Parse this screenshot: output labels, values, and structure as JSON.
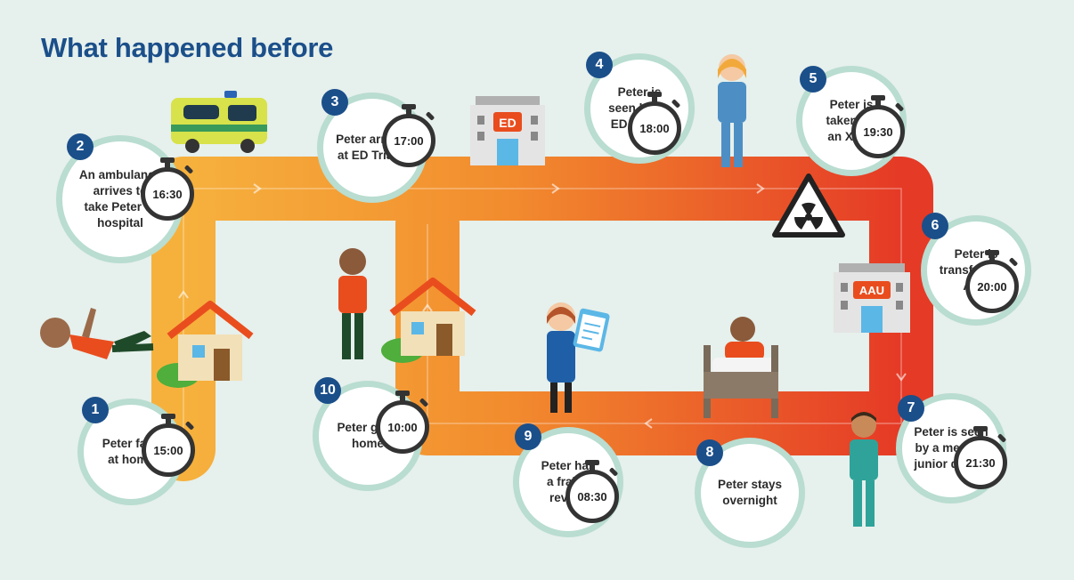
{
  "title": "What happened before",
  "buildings": {
    "ed_label": "ED",
    "aau_label": "AAU"
  },
  "colors": {
    "title": "#1b4f8a",
    "badge": "#1b4f8a",
    "ring": "#b9ddd0",
    "path_start": "#f6b13d",
    "path_end": "#e53a26"
  },
  "steps": [
    {
      "num": "1",
      "text": "Peter falls\nat home",
      "time": "15:00"
    },
    {
      "num": "2",
      "text": "An ambulance\narrives to\ntake Peter to\nhospital",
      "time": "16:30"
    },
    {
      "num": "3",
      "text": "Peter arrives\nat ED Triage",
      "time": "17:00"
    },
    {
      "num": "4",
      "text": "Peter is\nseen by an\nED doctor",
      "time": "18:00"
    },
    {
      "num": "5",
      "text": "Peter is\ntaken for\nan X-ray",
      "time": "19:30"
    },
    {
      "num": "6",
      "text": "Peter is\ntransfered to\nAAU",
      "time": "20:00"
    },
    {
      "num": "7",
      "text": "Peter is seen\nby a medical\njunior doctor",
      "time": "21:30"
    },
    {
      "num": "8",
      "text": "Peter stays\novernight",
      "time": ""
    },
    {
      "num": "9",
      "text": "Peter has\na frailty\nreview",
      "time": "08:30"
    },
    {
      "num": "10",
      "text": "Peter goes\nhome",
      "time": "10:00"
    }
  ],
  "icons": [
    "house-icon",
    "ambulance-icon",
    "hospital-icon",
    "nurse-icon",
    "radiation-warning-icon",
    "doctor-icon",
    "bed-icon",
    "patient-icon",
    "clipboard-icon",
    "stopwatch-icon"
  ]
}
